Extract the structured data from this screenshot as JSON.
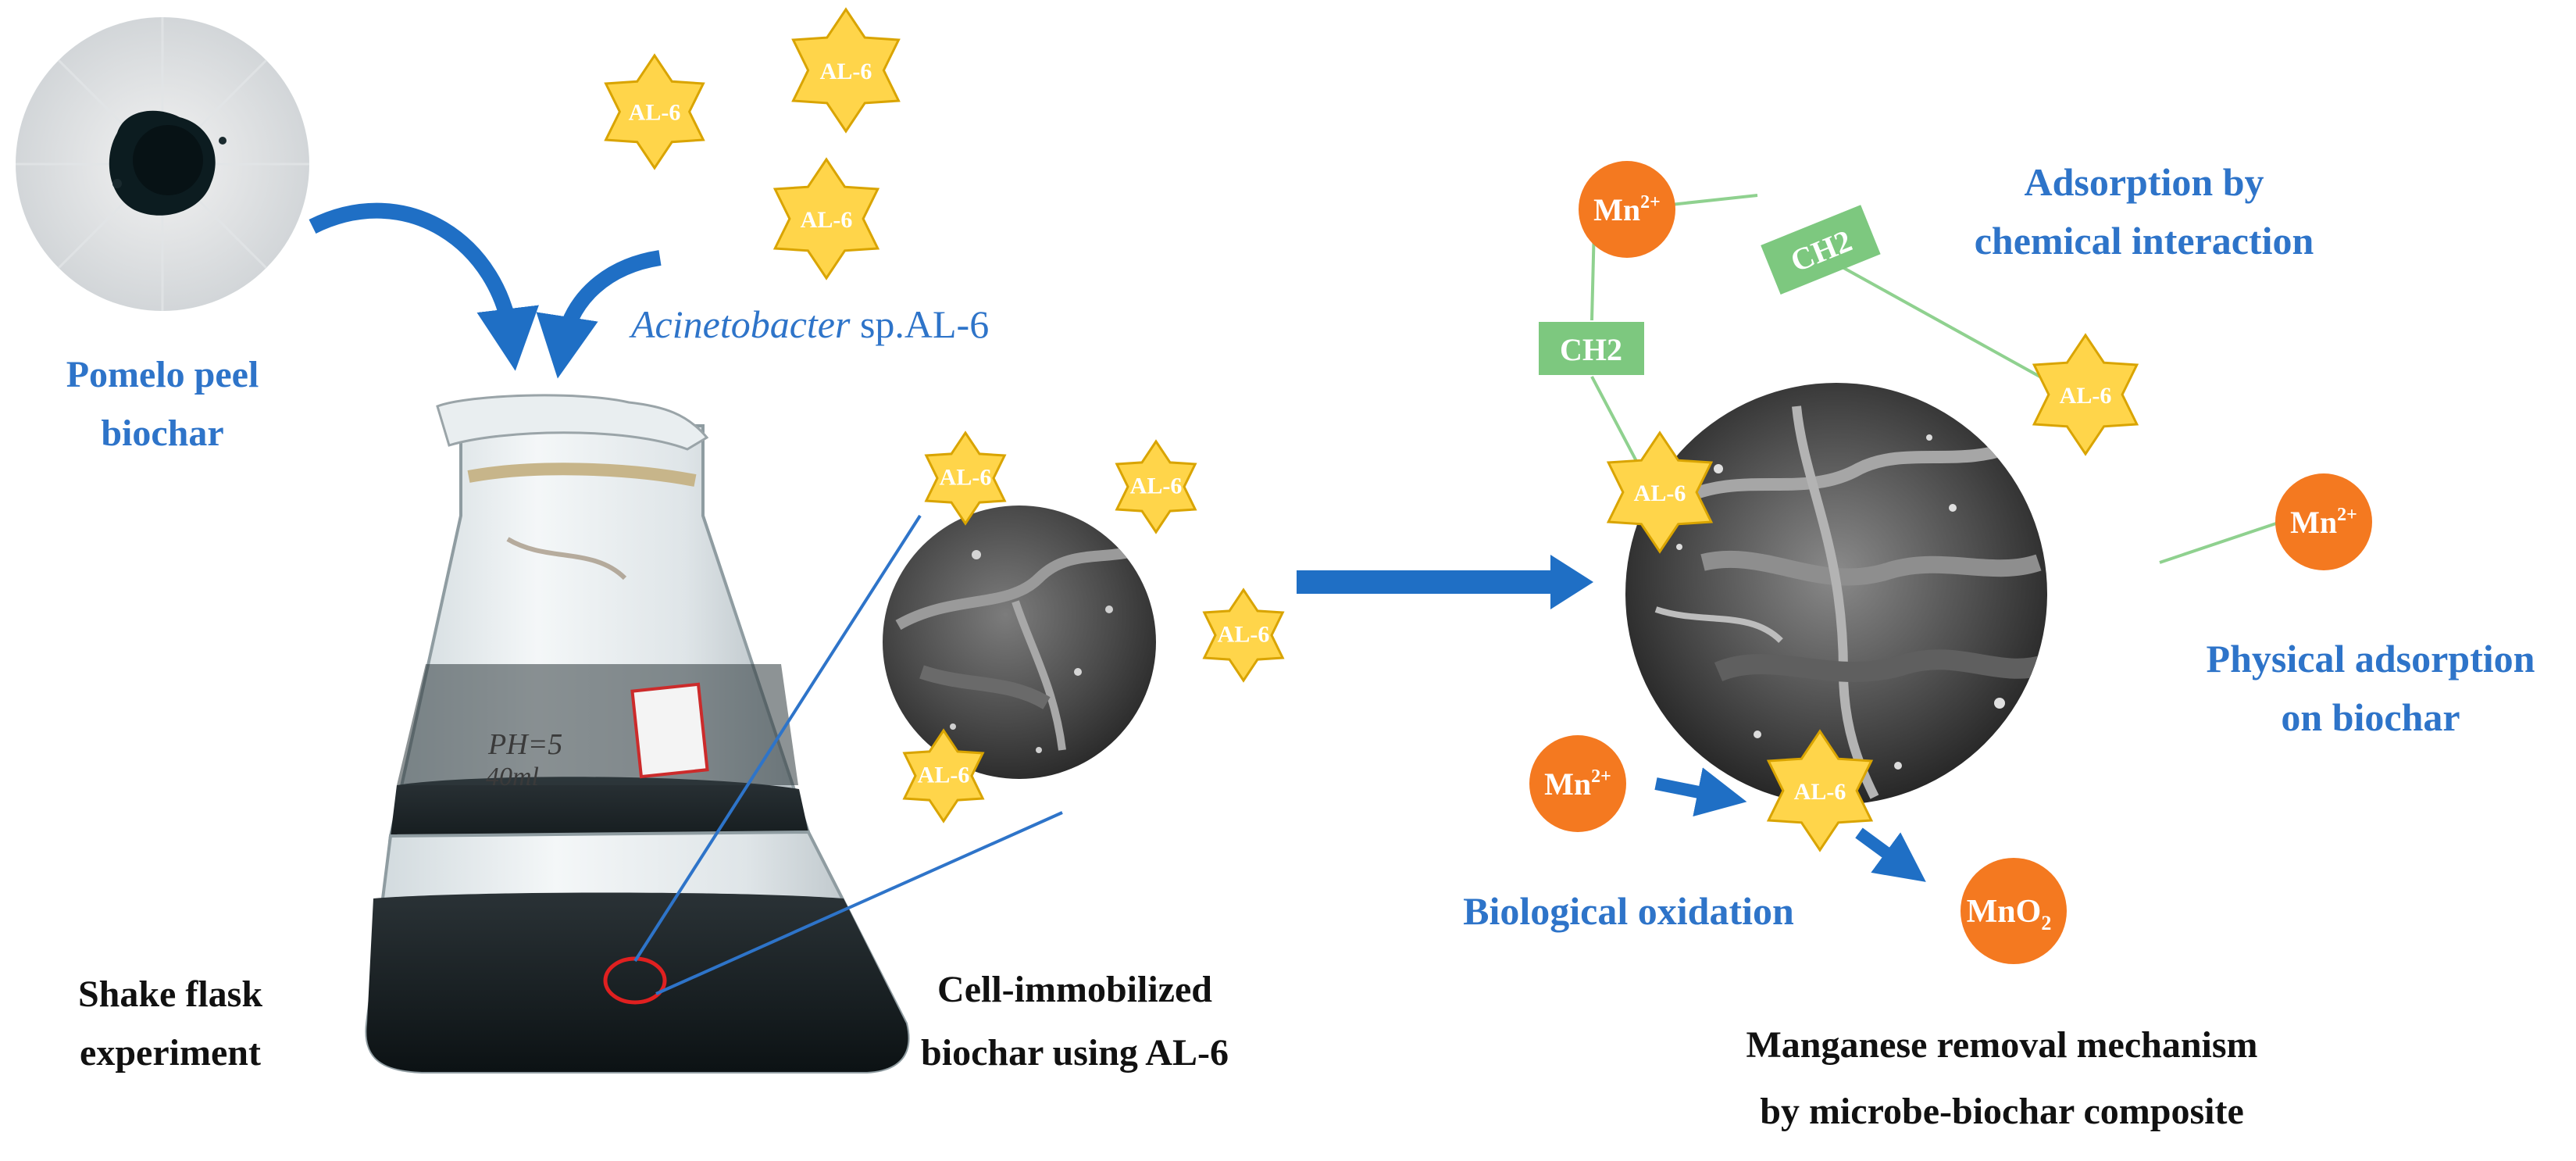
{
  "colors": {
    "blue_text": "#2e74c9",
    "arrow_blue": "#1f6fc5",
    "star_fill": "#ffd54a",
    "star_stroke": "#d9a400",
    "mn_circle": "#f47920",
    "ch2_box": "#7dc87f",
    "connector_green": "#8fd18f"
  },
  "labels": {
    "biochar_line1": "Pomelo peel",
    "biochar_line2": "biochar",
    "bacteria_italic": "Acinetobacter",
    "bacteria_rest": " sp.AL-6",
    "flask_line1": "Shake flask",
    "flask_line2": "experiment",
    "flask_writing_line1": "PH=5",
    "flask_writing_line2": "40ml",
    "immobilized_line1": "Cell-immobilized",
    "immobilized_line2": "biochar using AL-6",
    "chem_line1": "Adsorption by",
    "chem_line2": "chemical interaction",
    "phys_line1": "Physical adsorption",
    "phys_line2": "on biochar",
    "bio_ox": "Biological oxidation",
    "mech_line1": "Manganese removal mechanism",
    "mech_line2": "by microbe-biochar composite"
  },
  "star_label": "AL-6",
  "ch2_label": "CH2",
  "mn_ion": {
    "base": "Mn",
    "charge": "2+"
  },
  "mno2": {
    "base": "MnO",
    "sub": "2"
  }
}
